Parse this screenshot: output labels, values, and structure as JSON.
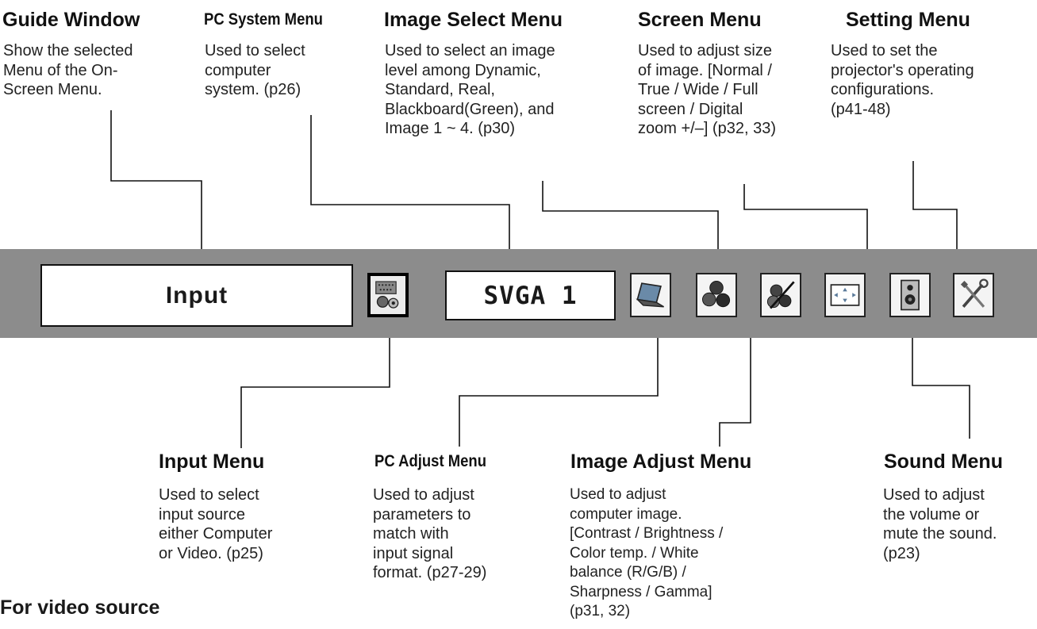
{
  "top_labels": {
    "guide_window": {
      "title": "Guide Window",
      "lines": [
        "Show the selected",
        "Menu of the On-",
        "Screen Menu."
      ]
    },
    "pc_system": {
      "title": "PC System Menu",
      "lines": [
        "Used to select",
        "computer",
        "system.  (p26)"
      ]
    },
    "image_select": {
      "title": "Image Select Menu",
      "lines": [
        "Used to select an image",
        "level among Dynamic,",
        "Standard, Real,",
        "Blackboard(Green), and",
        "Image 1 ~ 4.  (p30)"
      ]
    },
    "screen": {
      "title": "Screen Menu",
      "lines": [
        "Used to adjust size",
        "of image.  [Normal /",
        "True / Wide / Full",
        "screen / Digital",
        "zoom +/–]  (p32, 33)"
      ]
    },
    "setting": {
      "title": "Setting Menu",
      "lines": [
        "Used to set the",
        "projector's operating",
        "configurations.",
        " (p41-48)"
      ]
    }
  },
  "bottom_labels": {
    "input": {
      "title": "Input Menu",
      "lines": [
        "Used to select",
        "input source",
        "either Computer",
        "or Video.  (p25)"
      ]
    },
    "pc_adjust": {
      "title": "PC Adjust Menu",
      "lines": [
        "Used to adjust",
        "parameters to",
        "match with",
        "input signal",
        "format.  (p27-29)"
      ]
    },
    "image_adjust": {
      "title": "Image Adjust Menu",
      "lines": [
        "Used to adjust",
        "computer image.",
        "[Contrast / Brightness /",
        "Color temp. / White",
        "balance (R/G/B) /",
        "Sharpness / Gamma]",
        "(p31, 32)"
      ]
    },
    "sound": {
      "title": "Sound Menu",
      "lines": [
        "Used to adjust",
        "the volume or",
        "mute the sound.",
        "(p23)"
      ]
    }
  },
  "menu_bar": {
    "guide_text": "Input",
    "pc_system_text": "SVGA 1",
    "icons": [
      "input-source-icon",
      "pc-adjust-laptop-icon",
      "image-select-balls-icon",
      "image-adjust-palette-icon",
      "screen-size-icon",
      "sound-speaker-icon",
      "setting-tools-icon"
    ]
  },
  "footer": "For video source"
}
